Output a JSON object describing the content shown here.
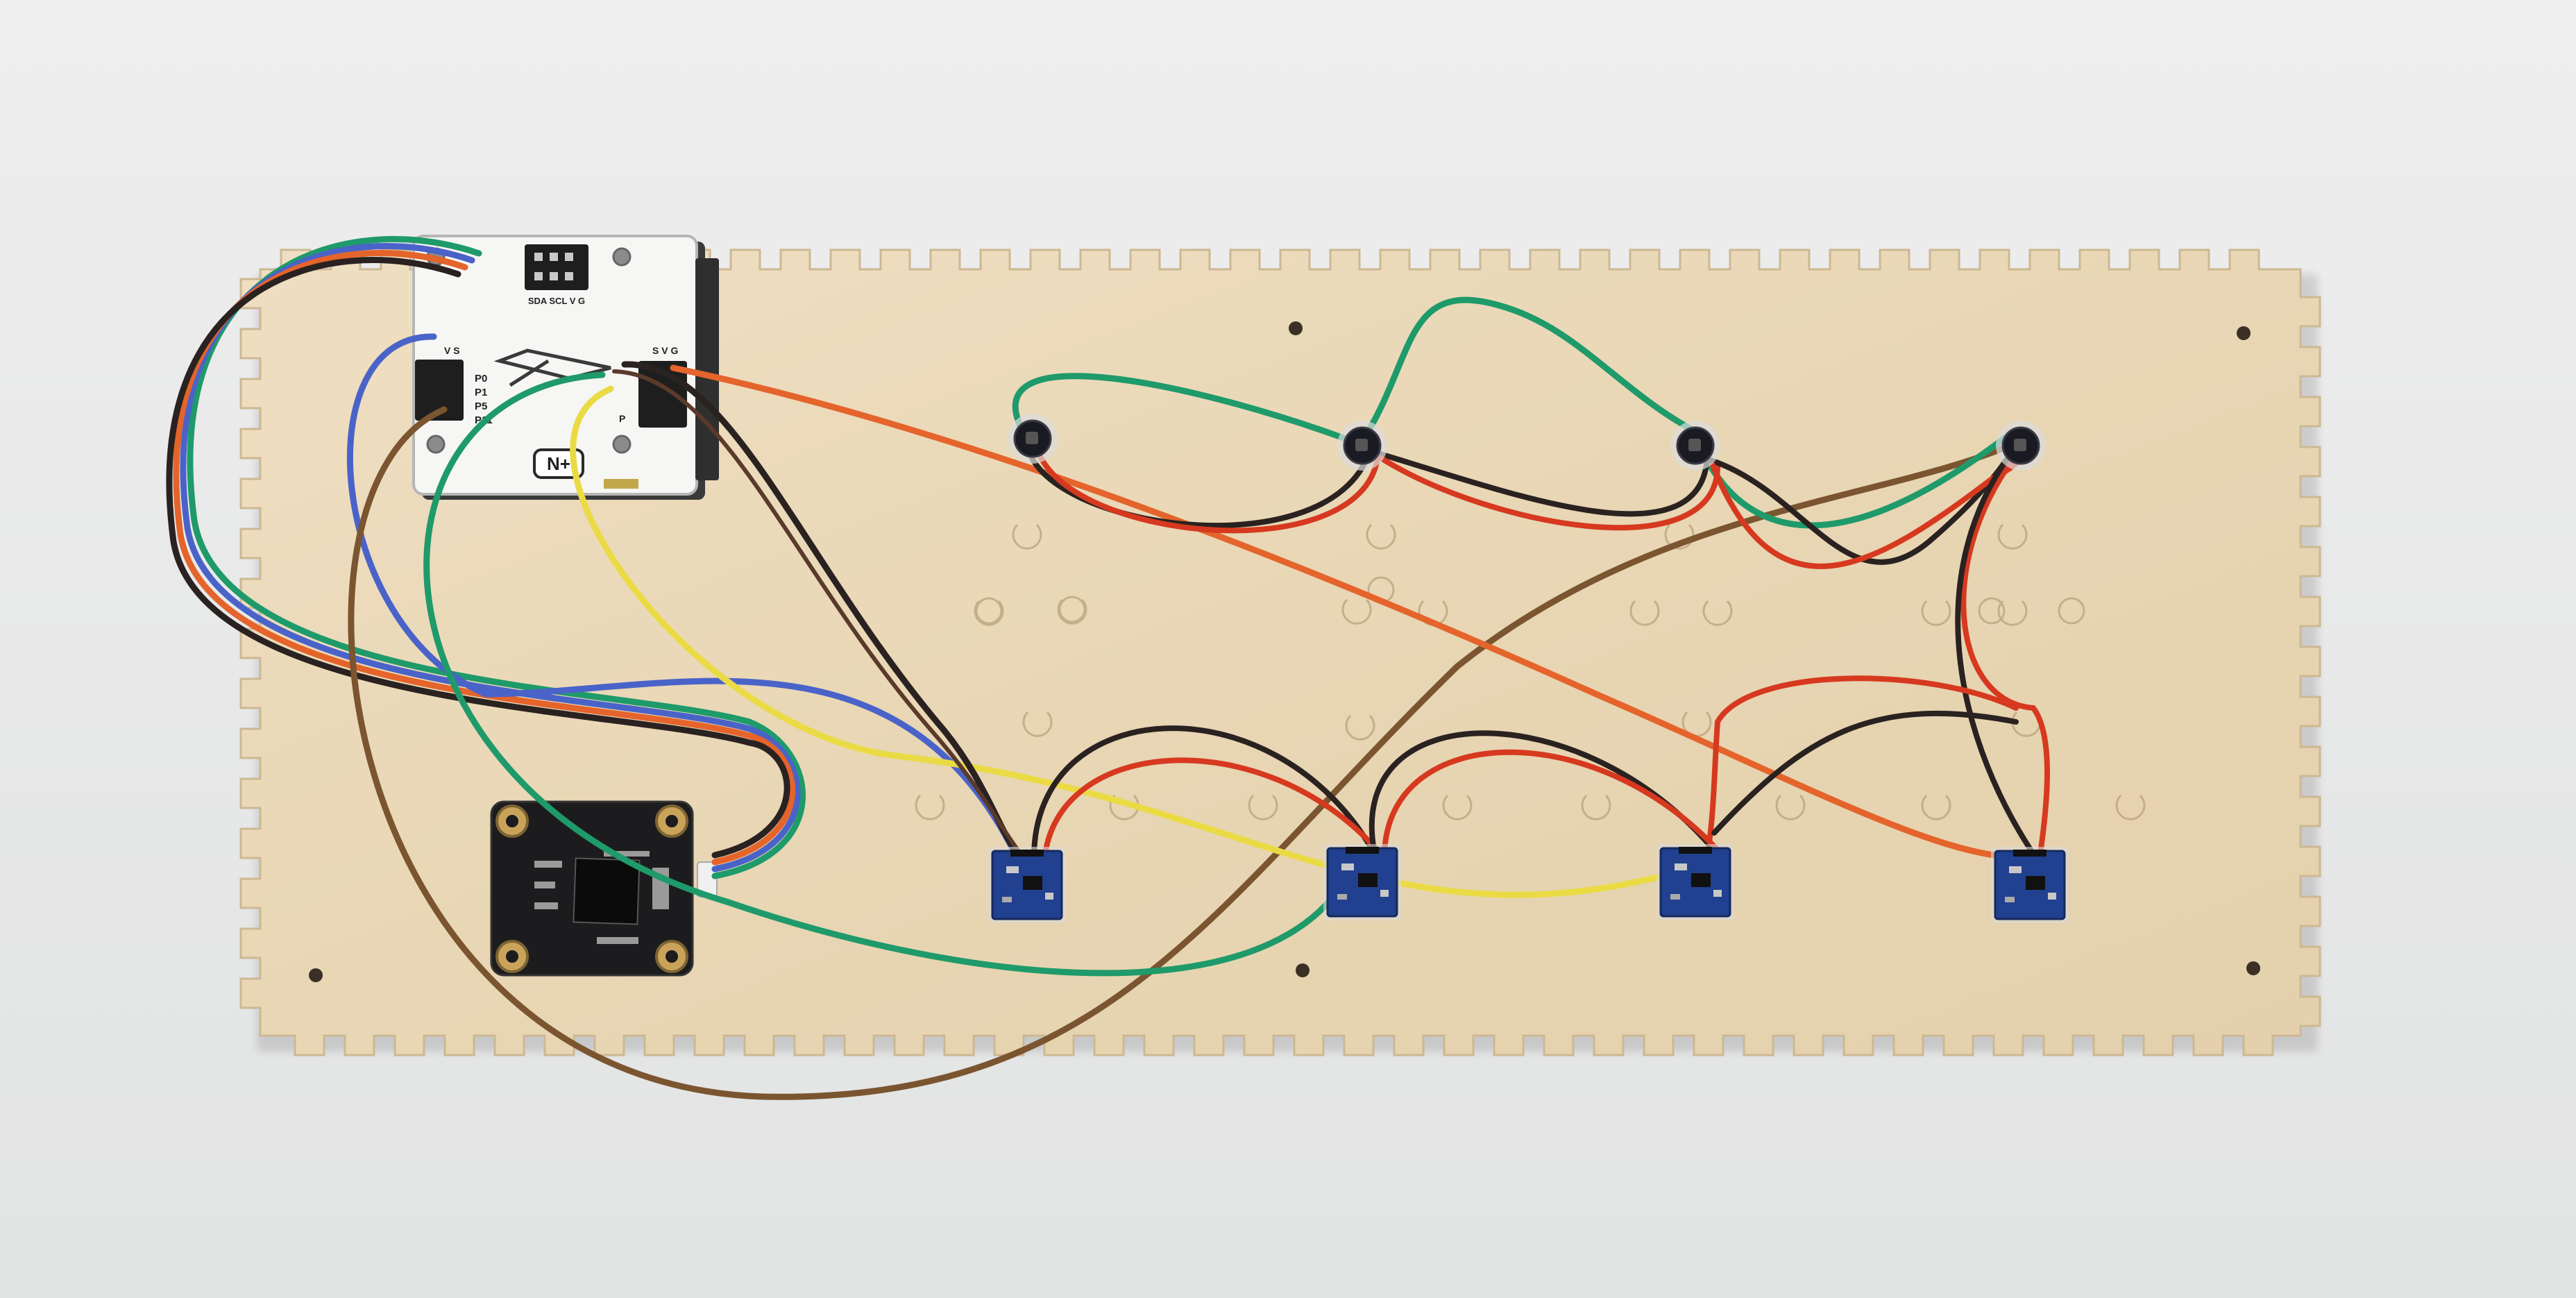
{
  "controller": {
    "top_header_label": "SDA SCL V G",
    "left_header_label": "V S",
    "right_header_label": "S V G",
    "pins": [
      "P0",
      "P1",
      "P5",
      "P11"
    ],
    "right_pin_label": "P",
    "logo_text": "N+"
  },
  "sensor_count": 4,
  "button_count": 4,
  "colors": {
    "background": "#e9eaea",
    "board": "#ead9b9",
    "wire_green": "#1f9a6a",
    "wire_red": "#d6391f",
    "wire_black": "#2a2220",
    "wire_blue": "#4a63c9",
    "wire_orange": "#e4642b",
    "wire_yellow": "#eadb45",
    "wire_brown": "#7a5530",
    "sensor_blue": "#21408f",
    "module_black": "#1c1c1e"
  }
}
